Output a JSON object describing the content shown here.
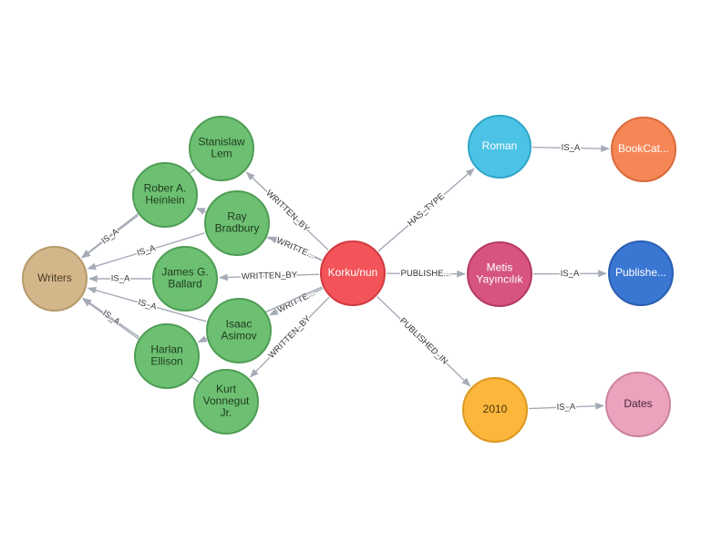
{
  "graph": {
    "nodes": [
      {
        "id": "writers",
        "lines": [
          "Writers"
        ],
        "color": "#d3b68a",
        "stroke": "#b59a6c",
        "text": "#4a3b22"
      },
      {
        "id": "lem",
        "lines": [
          "Stanislaw",
          "Lem"
        ],
        "color": "#6dc072",
        "stroke": "#4f9d55",
        "text": "#1f3a1f"
      },
      {
        "id": "heinlein",
        "lines": [
          "Rober A.",
          "Heinlein"
        ],
        "color": "#6dc072",
        "stroke": "#4f9d55",
        "text": "#1f3a1f"
      },
      {
        "id": "bradbury",
        "lines": [
          "Ray",
          "Bradbury"
        ],
        "color": "#6dc072",
        "stroke": "#4f9d55",
        "text": "#1f3a1f"
      },
      {
        "id": "ballard",
        "lines": [
          "James G.",
          "Ballard"
        ],
        "color": "#6dc072",
        "stroke": "#4f9d55",
        "text": "#1f3a1f"
      },
      {
        "id": "asimov",
        "lines": [
          "Isaac",
          "Asimov"
        ],
        "color": "#6dc072",
        "stroke": "#4f9d55",
        "text": "#1f3a1f"
      },
      {
        "id": "ellison",
        "lines": [
          "Harlan",
          "Ellison"
        ],
        "color": "#6dc072",
        "stroke": "#4f9d55",
        "text": "#1f3a1f"
      },
      {
        "id": "vonnegut",
        "lines": [
          "Kurt",
          "Vonnegut",
          "Jr."
        ],
        "color": "#6dc072",
        "stroke": "#4f9d55",
        "text": "#1f3a1f"
      },
      {
        "id": "korku",
        "lines": [
          "Korku/nun"
        ],
        "color": "#f25459",
        "stroke": "#d13a40",
        "text": "#ffffff"
      },
      {
        "id": "roman",
        "lines": [
          "Roman"
        ],
        "color": "#4cc3e6",
        "stroke": "#2fa5c8",
        "text": "#ffffff"
      },
      {
        "id": "bookcat",
        "lines": [
          "BookCat..."
        ],
        "color": "#f58757",
        "stroke": "#d96a3c",
        "text": "#ffffff"
      },
      {
        "id": "metis",
        "lines": [
          "Metis",
          "Yayıncılık"
        ],
        "color": "#d6547f",
        "stroke": "#b53b64",
        "text": "#ffffff"
      },
      {
        "id": "publisher",
        "lines": [
          "Publishe..."
        ],
        "color": "#3a77d3",
        "stroke": "#2a5eb0",
        "text": "#ffffff"
      },
      {
        "id": "y2010",
        "lines": [
          "2010"
        ],
        "color": "#fbb63b",
        "stroke": "#dc9820",
        "text": "#4a3510"
      },
      {
        "id": "dates",
        "lines": [
          "Dates"
        ],
        "color": "#eaa2bd",
        "stroke": "#cc839f",
        "text": "#4a2a36"
      }
    ],
    "edges": [
      {
        "from": "lem",
        "to": "writers",
        "label": ""
      },
      {
        "from": "heinlein",
        "to": "writers",
        "label": "IS_A"
      },
      {
        "from": "bradbury",
        "to": "writers",
        "label": "IS_A"
      },
      {
        "from": "ballard",
        "to": "writers",
        "label": "IS_A"
      },
      {
        "from": "asimov",
        "to": "writers",
        "label": "IS_A"
      },
      {
        "from": "ellison",
        "to": "writers",
        "label": "IS_A"
      },
      {
        "from": "vonnegut",
        "to": "writers",
        "label": ""
      },
      {
        "from": "korku",
        "to": "lem",
        "label": "WRITTEN_BY"
      },
      {
        "from": "korku",
        "to": "heinlein",
        "label": ""
      },
      {
        "from": "korku",
        "to": "bradbury",
        "label": "WRITTE..."
      },
      {
        "from": "korku",
        "to": "ballard",
        "label": "WRITTEN_BY"
      },
      {
        "from": "korku",
        "to": "asimov",
        "label": "WRITTE..."
      },
      {
        "from": "korku",
        "to": "ellison",
        "label": ""
      },
      {
        "from": "korku",
        "to": "vonnegut",
        "label": "WRITTEN_BY"
      },
      {
        "from": "korku",
        "to": "roman",
        "label": "HAS_TYPE"
      },
      {
        "from": "korku",
        "to": "metis",
        "label": "PUBLISHE..."
      },
      {
        "from": "korku",
        "to": "y2010",
        "label": "PUBLISHED_IN"
      },
      {
        "from": "roman",
        "to": "bookcat",
        "label": "IS_A"
      },
      {
        "from": "metis",
        "to": "publisher",
        "label": "IS_A"
      },
      {
        "from": "y2010",
        "to": "dates",
        "label": "IS_A"
      }
    ]
  }
}
